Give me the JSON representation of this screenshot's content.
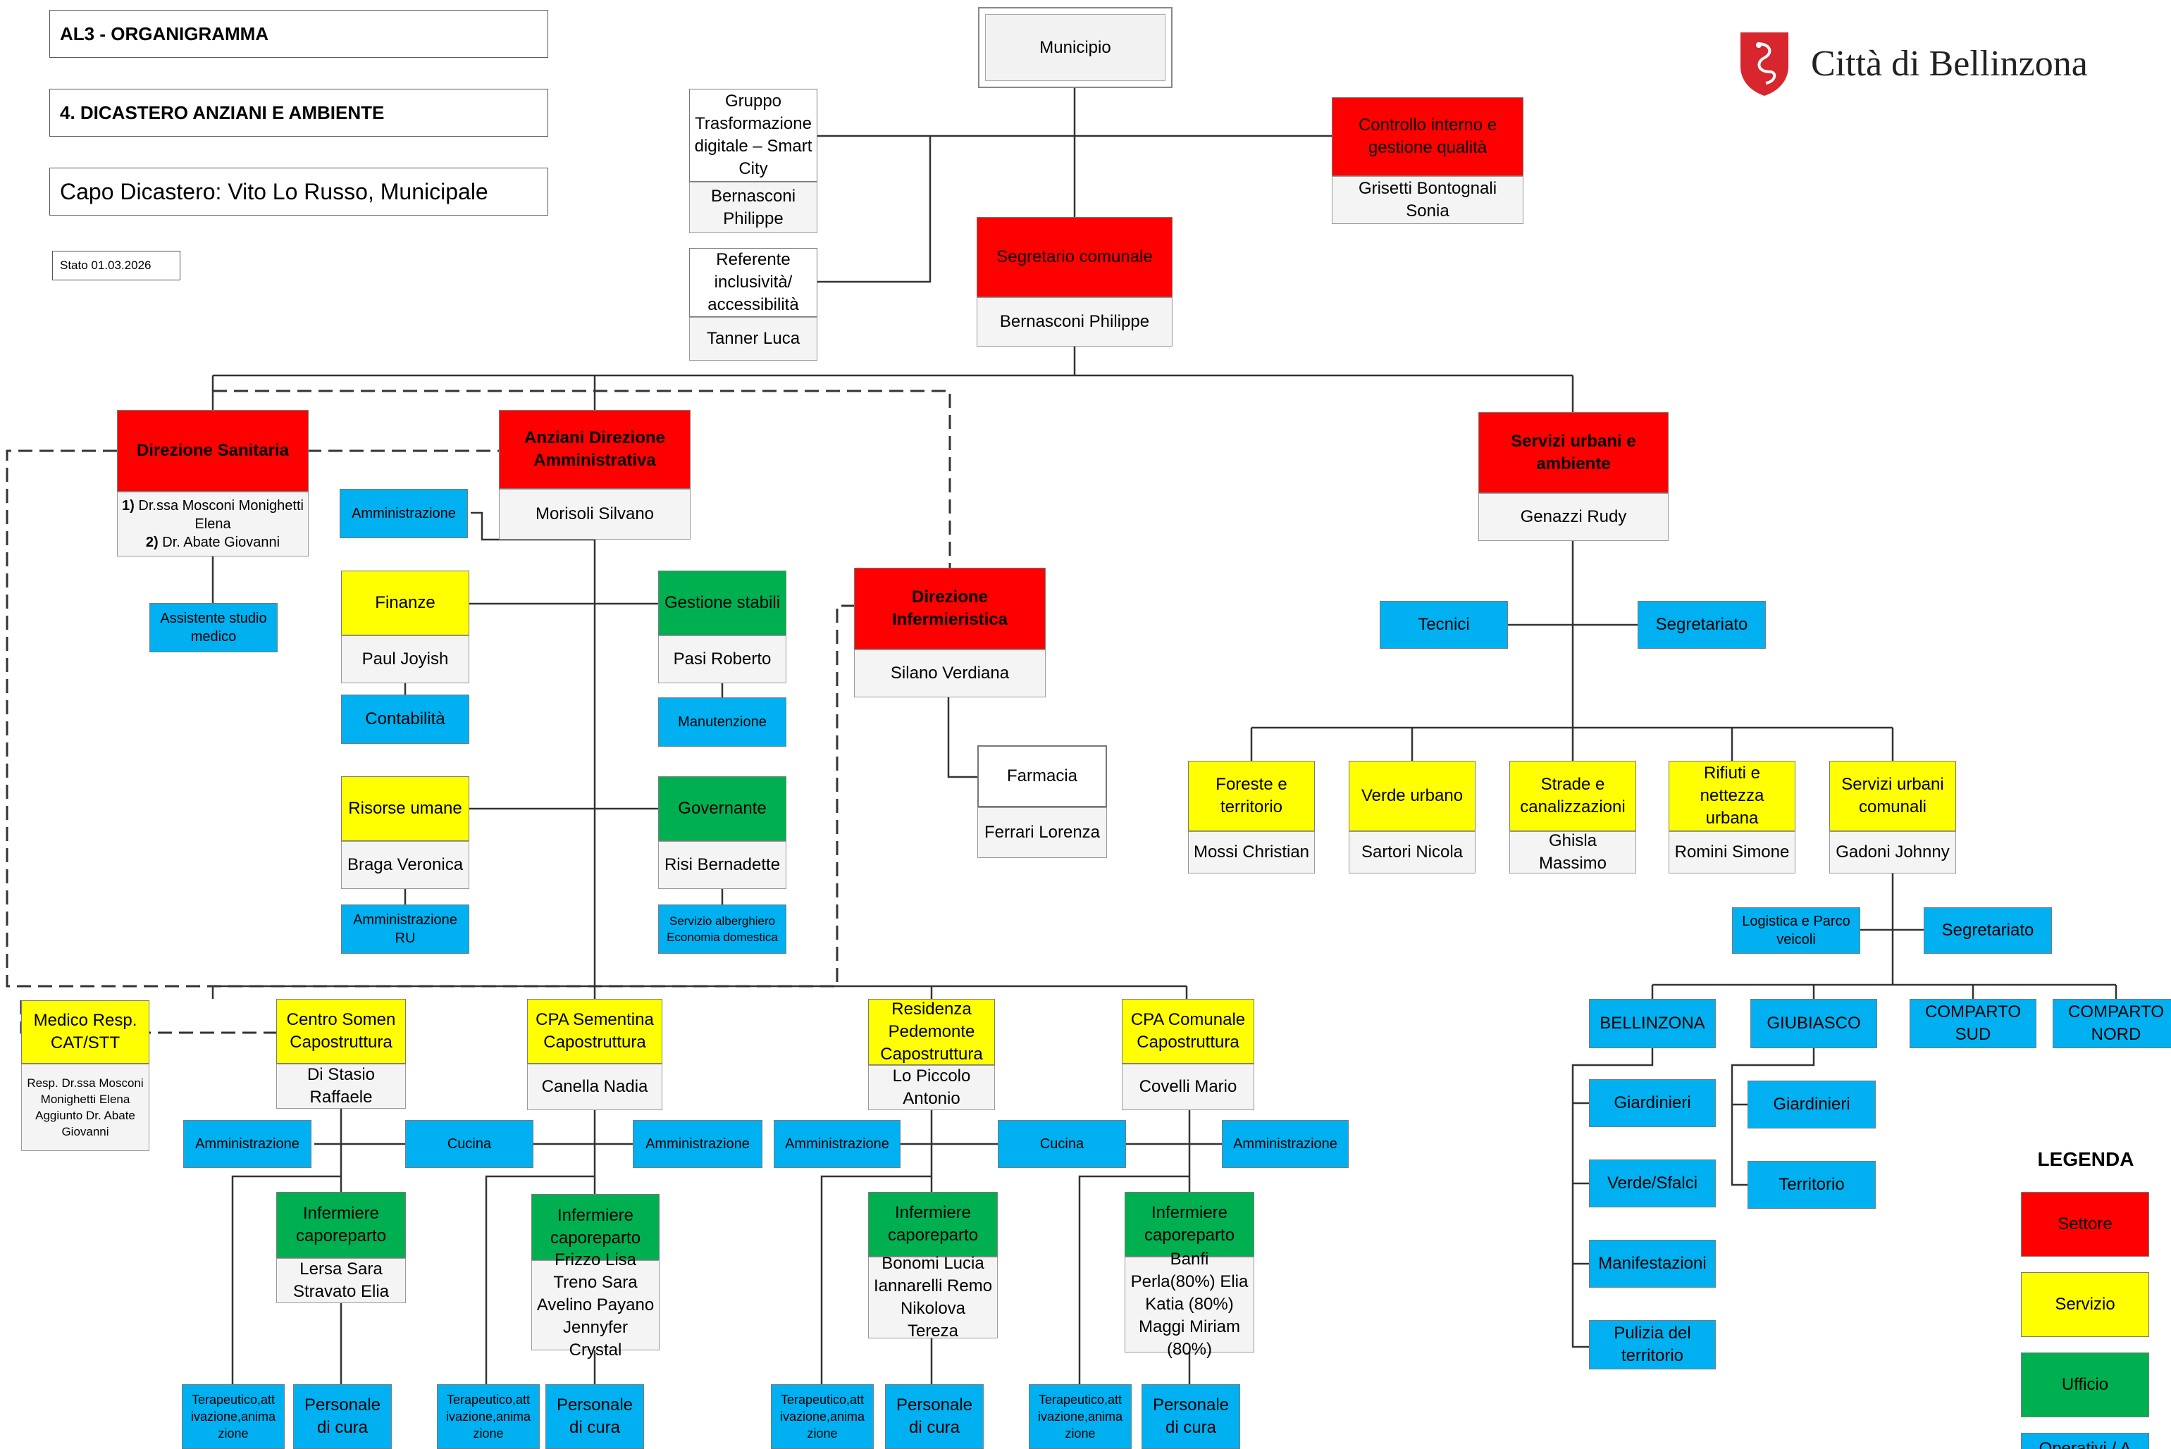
{
  "header": {
    "doc_title": "AL3 - ORGANIGRAMMA",
    "dicastero": "4. DICASTERO ANZIANI E AMBIENTE",
    "capo": "Capo Dicastero: Vito Lo Russo, Municipale",
    "stato": "Stato 01.03.2026",
    "logo_text": "Città di Bellinzona"
  },
  "legend": {
    "title": "LEGENDA",
    "settore": "Settore",
    "servizio": "Servizio",
    "ufficio": "Ufficio",
    "partial": "Operativi / A"
  },
  "colors": {
    "settore": "#ff0000",
    "servizio": "#ffff00",
    "ufficio": "#00b050",
    "operativo": "#00b0f0",
    "logo": "#d7262e"
  },
  "nodes": {
    "municipio": "Municipio",
    "gruppo": "Gruppo Trasformazione digitale – Smart City",
    "gruppo_p": "Bernasconi Philippe",
    "referente": "Referente inclusività/ accessibilità",
    "referente_p": "Tanner Luca",
    "controllo": "Controllo interno e gestione qualità",
    "controllo_p": "Grisetti Bontognali Sonia",
    "segretario": "Segretario comunale",
    "segretario_p": "Bernasconi Philippe",
    "dir_san": "Direzione Sanitaria",
    "dir_san_p1": "Dr.ssa Mosconi Monighetti Elena",
    "dir_san_p2": "Dr. Abate Giovanni",
    "n1": "1)",
    "n2": "2)",
    "assistente": "Assistente studio medico",
    "anziani": "Anziani Direzione Amministrativa",
    "anziani_p": "Morisoli Silvano",
    "amministrazione": "Amministrazione",
    "finanze": "Finanze",
    "finanze_p": "Paul Joyish",
    "contabilita": "Contabilità",
    "gestione": "Gestione stabili",
    "gestione_p": "Pasi Roberto",
    "manutenzione": "Manutenzione",
    "risorse": "Risorse umane",
    "risorse_p": "Braga Veronica",
    "amm_ru": "Amministrazione RU",
    "governante": "Governante",
    "governante_p": "Risi Bernadette",
    "servizio_alb": "Servizio alberghiero Economia domestica",
    "dir_inf": "Direzione Infermieristica",
    "dir_inf_p": "Silano Verdiana",
    "farmacia": "Farmacia",
    "farmacia_p": "Ferrari Lorenza",
    "servizi_urbani": "Servizi urbani e ambiente",
    "servizi_urbani_p": "Genazzi Rudy",
    "tecnici": "Tecnici",
    "segretariato": "Segretariato",
    "foreste": "Foreste e territorio",
    "foreste_p": "Mossi Christian",
    "verde": "Verde urbano",
    "verde_p": "Sartori Nicola",
    "strade": "Strade e canalizzazioni",
    "strade_p": "Ghisla Massimo",
    "rifiuti": "Rifiuti e nettezza urbana",
    "rifiuti_p": "Romini Simone",
    "comunali": "Servizi urbani comunali",
    "comunali_p": "Gadoni Johnny",
    "logistica": "Logistica e Parco veicoli",
    "segretariato2": "Segretariato",
    "bellinzona": "BELLINZONA",
    "giubiasco": "GIUBIASCO",
    "sud": "COMPARTO SUD",
    "nord": "COMPARTO NORD",
    "giardinieri": "Giardinieri",
    "verde_sfalci": "Verde/Sfalci",
    "manifestazioni": "Manifestazioni",
    "pulizia": "Pulizia del territorio",
    "giardinieri2": "Giardinieri",
    "territorio": "Territorio",
    "medico": "Medico Resp. CAT/STT",
    "medico_p": "Resp. Dr.ssa Mosconi Monighetti Elena Aggiunto Dr. Abate Giovanni",
    "somen": "Centro Somen Capostruttura",
    "somen_p": "Di Stasio Raffaele",
    "sementina": "CPA Sementina Capostruttura",
    "sementina_p": "Canella Nadia",
    "pedemonte": "Residenza Pedemonte Capostruttura",
    "pedemonte_p": "Lo Piccolo Antonio",
    "comunale": "CPA Comunale Capostruttura",
    "comunale_p": "Covelli Mario",
    "cucina": "Cucina",
    "inf_caporeparto": "Infermiere caporeparto",
    "inf1_p": "Lersa Sara Stravato Elia",
    "inf2_p": "Frizzo Lisa Treno Sara Avelino Payano Jennyfer Crystal",
    "inf3_p": "Bonomi Lucia Iannarelli Remo Nikolova Tereza",
    "inf4_p": "Banfi Perla(80%) Elia Katia (80%) Maggi Miriam (80%)",
    "terapeutico": "Terapeutico,att ivazione,anima zione",
    "personale": "Personale di cura"
  }
}
